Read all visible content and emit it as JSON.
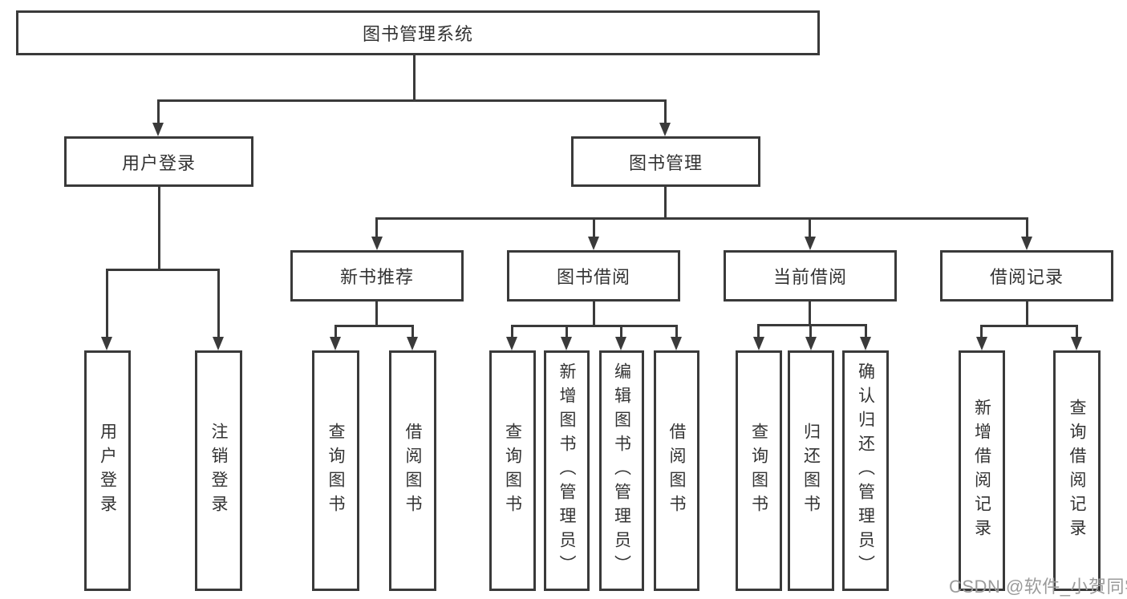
{
  "colors": {
    "line": "#3a3a3a",
    "text": "#333333",
    "watermark": "#9b9b9b",
    "background": "#ffffff"
  },
  "watermark": {
    "text": "CSDN @软件_小贺同学"
  },
  "tree": {
    "root": {
      "label": "图书管理系统"
    },
    "branches": [
      {
        "label": "用户登录",
        "children": [
          {
            "label": "用户登录"
          },
          {
            "label": "注销登录"
          }
        ]
      },
      {
        "label": "图书管理",
        "children": [
          {
            "label": "新书推荐",
            "children": [
              {
                "label": "查询图书"
              },
              {
                "label": "借阅图书"
              }
            ]
          },
          {
            "label": "图书借阅",
            "children": [
              {
                "label": "查询图书"
              },
              {
                "label": "新增图书（管理员）"
              },
              {
                "label": "编辑图书（管理员）"
              },
              {
                "label": "借阅图书"
              }
            ]
          },
          {
            "label": "当前借阅",
            "children": [
              {
                "label": "查询图书"
              },
              {
                "label": "归还图书"
              },
              {
                "label": "确认归还（管理员）"
              }
            ]
          },
          {
            "label": "借阅记录",
            "children": [
              {
                "label": "新增借阅记录"
              },
              {
                "label": "查询借阅记录"
              }
            ]
          }
        ]
      }
    ]
  }
}
